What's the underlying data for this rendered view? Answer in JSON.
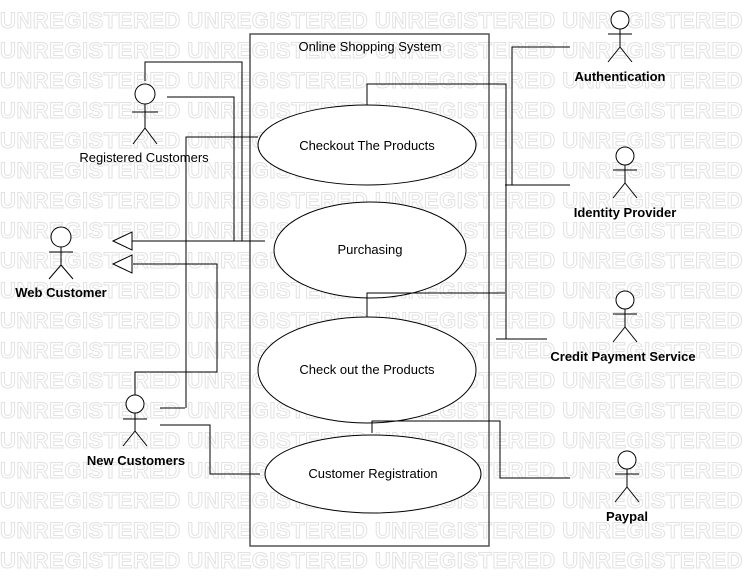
{
  "watermark": "UNREGISTERED UNREGISTERED UNREGISTERED UNREGISTERED",
  "system": {
    "title": "Online Shopping System"
  },
  "use_cases": {
    "checkout": "Checkout The Products",
    "purchasing": "Purchasing",
    "check_out": "Check out the Products",
    "registration": "Customer Registration"
  },
  "actors": {
    "registered": "Registered Customers",
    "web": "Web Customer",
    "new": "New Customers",
    "authentication": "Authentication",
    "identity": "Identity Provider",
    "credit": "Credit Payment Service",
    "paypal": "Paypal"
  }
}
